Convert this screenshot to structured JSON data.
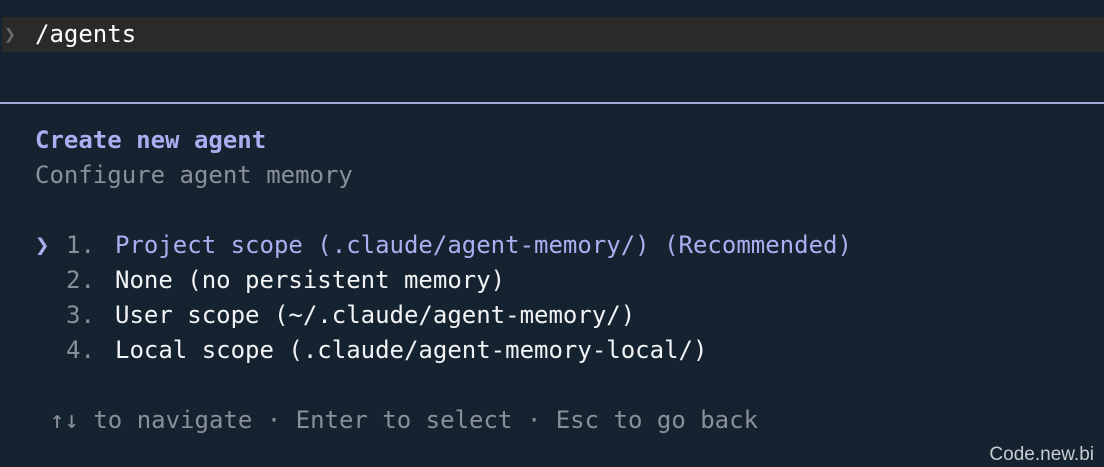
{
  "prompt": {
    "chevron": "❯",
    "command": "/agents"
  },
  "dialog": {
    "title": "Create new agent",
    "subtitle": "Configure agent memory",
    "pointer": "❯",
    "options": [
      {
        "number": "1.",
        "label": "Project scope (.claude/agent-memory/) (Recommended)"
      },
      {
        "number": "2.",
        "label": "None (no persistent memory)"
      },
      {
        "number": "3.",
        "label": "User scope (~/.claude/agent-memory/)"
      },
      {
        "number": "4.",
        "label": "Local scope (.claude/agent-memory-local/)"
      }
    ],
    "help": "↑↓ to navigate · Enter to select · Esc to go back"
  },
  "watermark": "Code.new.bi",
  "colors": {
    "background": "#14232f",
    "prompt_bar": "#2a2a2a",
    "accent": "#a9aff0",
    "muted": "#8a9099",
    "text": "#f1f3f5"
  }
}
